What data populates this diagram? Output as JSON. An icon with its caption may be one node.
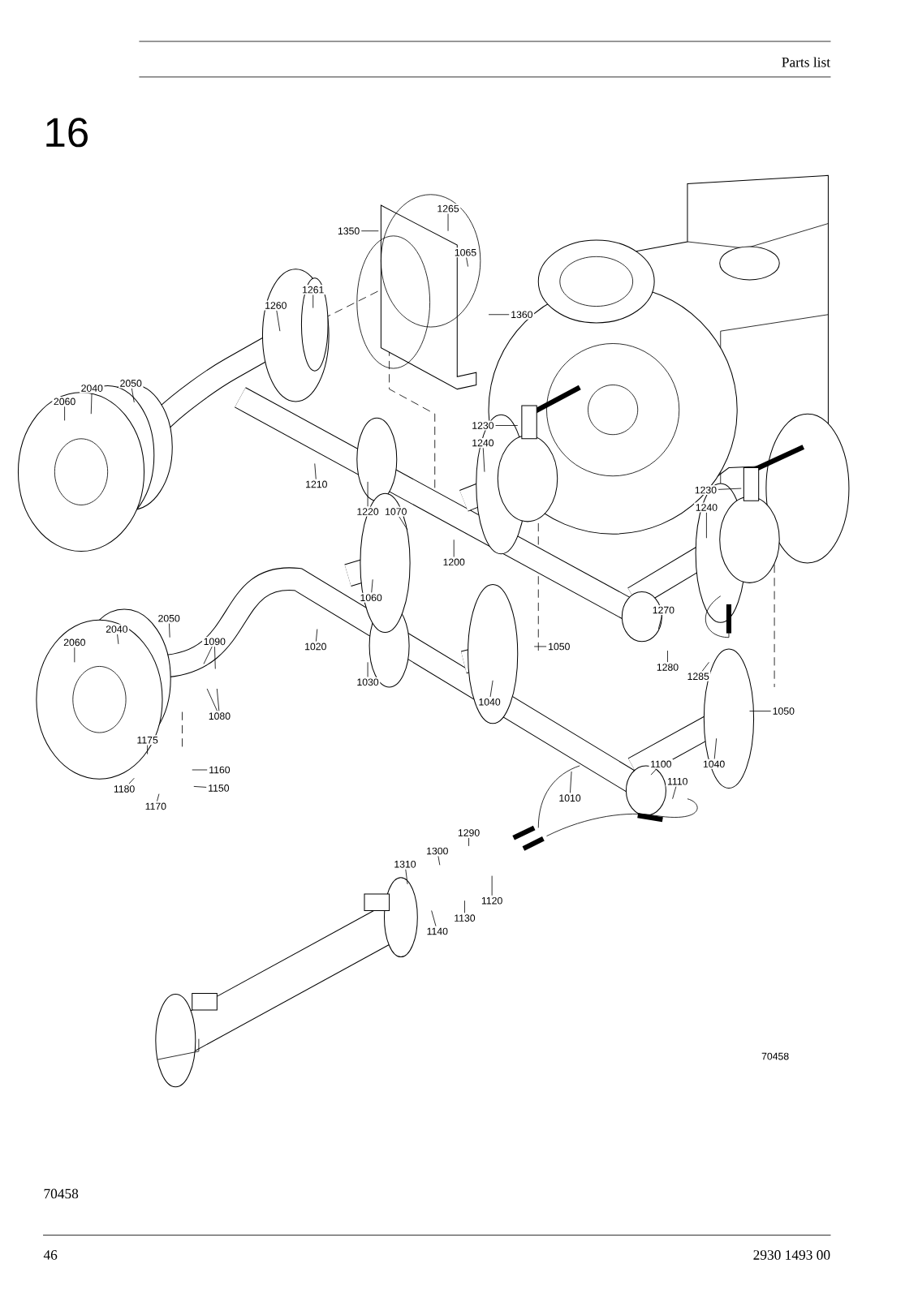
{
  "diagram": {
    "nodes": [
      {
        "text": [
          "1265"
        ]
      },
      {
        "text": [
          "1350"
        ]
      },
      {
        "text": [
          "1065"
        ]
      },
      {
        "text": [
          "1261"
        ]
      },
      {
        "text": [
          "1260"
        ]
      },
      {
        "text": [
          "1360"
        ]
      },
      {
        "text": [
          "2050"
        ]
      },
      {
        "text": [
          "2040"
        ]
      },
      {
        "text": [
          "2060"
        ]
      },
      {
        "text": [
          "1230"
        ]
      },
      {
        "text": [
          "1240"
        ]
      },
      {
        "text": [
          "1210"
        ]
      },
      {
        "text": [
          "1220"
        ]
      },
      {
        "text": [
          "1070"
        ]
      },
      {
        "text": [
          "1230"
        ]
      },
      {
        "text": [
          "1240"
        ]
      },
      {
        "text": [
          "1200"
        ]
      },
      {
        "text": [
          "1060"
        ]
      },
      {
        "text": [
          "1270"
        ]
      },
      {
        "text": [
          "2050"
        ]
      },
      {
        "text": [
          "2040"
        ]
      },
      {
        "text": [
          "1090"
        ]
      },
      {
        "text": [
          "2060"
        ]
      },
      {
        "text": [
          "1020"
        ]
      },
      {
        "text": [
          "1050"
        ]
      },
      {
        "text": [
          "1280"
        ]
      },
      {
        "text": [
          "1285"
        ]
      },
      {
        "text": [
          "1030"
        ]
      },
      {
        "text": [
          "1040"
        ]
      },
      {
        "text": [
          "1050"
        ]
      },
      {
        "text": [
          "1080"
        ]
      },
      {
        "text": [
          "1175"
        ]
      },
      {
        "text": [
          "1100"
        ]
      },
      {
        "text": [
          "1040"
        ]
      },
      {
        "text": [
          "1160"
        ]
      },
      {
        "text": [
          "1110"
        ]
      },
      {
        "text": [
          "1180"
        ]
      },
      {
        "text": [
          "1150"
        ]
      },
      {
        "text": [
          "1010"
        ]
      },
      {
        "text": [
          "1170"
        ]
      },
      {
        "text": [
          "1290"
        ]
      },
      {
        "text": [
          "1300"
        ]
      },
      {
        "text": [
          "1310"
        ]
      },
      {
        "text": [
          "1120"
        ]
      },
      {
        "text": [
          "1130"
        ]
      },
      {
        "text": [
          "1140"
        ]
      }
    ],
    "edges": [
      {
        "from": 0,
        "to": null,
        "arrow": "none"
      },
      {
        "from": 1,
        "to": null,
        "arrow": "none"
      },
      {
        "from": 2,
        "to": null,
        "arrow": "none"
      },
      {
        "from": 3,
        "to": null,
        "arrow": "none"
      },
      {
        "from": 4,
        "to": null,
        "arrow": "none"
      },
      {
        "from": 5,
        "to": null,
        "arrow": "none"
      },
      {
        "from": 6,
        "to": null,
        "arrow": "none"
      },
      {
        "from": 7,
        "to": null,
        "arrow": "none"
      },
      {
        "from": 8,
        "to": null,
        "arrow": "none"
      },
      {
        "from": 9,
        "to": null,
        "arrow": "none"
      },
      {
        "from": 10,
        "to": null,
        "arrow": "none"
      },
      {
        "from": 11,
        "to": null,
        "arrow": "none"
      },
      {
        "from": 12,
        "to": null,
        "arrow": "none"
      },
      {
        "from": 13,
        "to": null,
        "arrow": "none"
      },
      {
        "from": 14,
        "to": null,
        "arrow": "none"
      },
      {
        "from": 15,
        "to": null,
        "arrow": "none"
      },
      {
        "from": 16,
        "to": null,
        "arrow": "none"
      },
      {
        "from": 17,
        "to": null,
        "arrow": "none"
      },
      {
        "from": 18,
        "to": null,
        "arrow": "none"
      },
      {
        "from": 19,
        "to": null,
        "arrow": "none"
      },
      {
        "from": 20,
        "to": null,
        "arrow": "none"
      },
      {
        "from": 21,
        "to": null,
        "arrow": "none"
      },
      {
        "from": 21,
        "to": null,
        "arrow": "none"
      },
      {
        "from": 22,
        "to": null,
        "arrow": "none"
      },
      {
        "from": 23,
        "to": null,
        "arrow": "none"
      },
      {
        "from": 24,
        "to": null,
        "arrow": "none"
      },
      {
        "from": 25,
        "to": null,
        "arrow": "none"
      },
      {
        "from": 26,
        "to": null,
        "arrow": "none"
      },
      {
        "from": 27,
        "to": null,
        "arrow": "none"
      },
      {
        "from": 28,
        "to": null,
        "arrow": "none"
      },
      {
        "from": 29,
        "to": null,
        "arrow": "none"
      },
      {
        "from": 30,
        "to": null,
        "arrow": "none"
      },
      {
        "from": 30,
        "to": null,
        "arrow": "none"
      },
      {
        "from": 31,
        "to": null,
        "arrow": "none"
      },
      {
        "from": 32,
        "to": null,
        "arrow": "none"
      },
      {
        "from": 33,
        "to": null,
        "arrow": "none"
      },
      {
        "from": 34,
        "to": null,
        "arrow": "none"
      },
      {
        "from": 35,
        "to": null,
        "arrow": "none"
      },
      {
        "from": 36,
        "to": null,
        "arrow": "none"
      },
      {
        "from": 37,
        "to": null,
        "arrow": "none"
      },
      {
        "from": 38,
        "to": null,
        "arrow": "none"
      },
      {
        "from": 39,
        "to": null,
        "arrow": "none"
      },
      {
        "from": 40,
        "to": null,
        "arrow": "none"
      },
      {
        "from": 41,
        "to": null,
        "arrow": "none"
      },
      {
        "from": 42,
        "to": null,
        "arrow": "none"
      },
      {
        "from": 43,
        "to": null,
        "arrow": "none"
      },
      {
        "from": 44,
        "to": null,
        "arrow": "none"
      },
      {
        "from": 45,
        "to": null,
        "arrow": "none"
      }
    ],
    "labels": [
      "Parts list",
      "16",
      "70458",
      "70458",
      "46",
      "2930 1493 00"
    ]
  }
}
